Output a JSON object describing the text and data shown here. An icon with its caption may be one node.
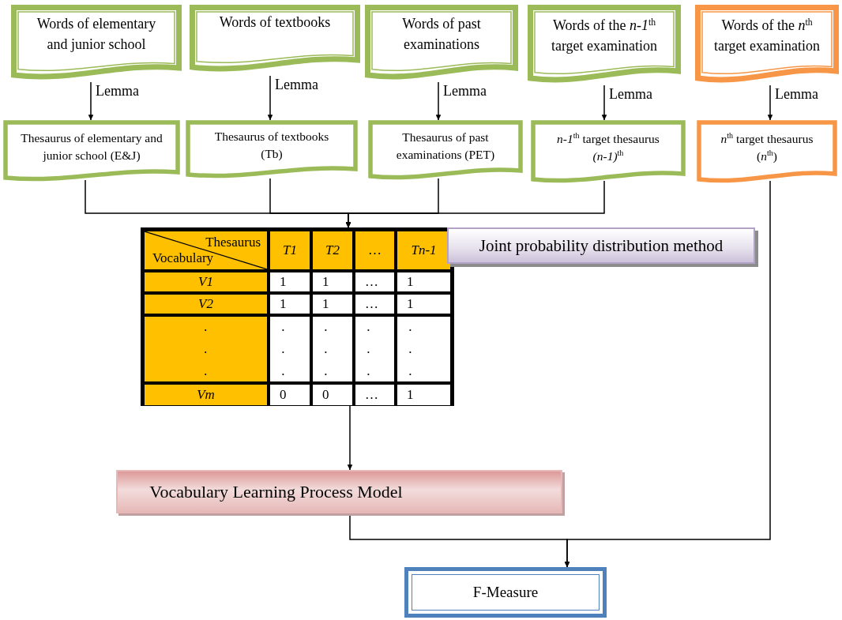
{
  "diagram": {
    "nodes": [
      {
        "text": [
          "Words of elementary and junior school"
        ]
      },
      {
        "text": [
          "Words of textbooks"
        ]
      },
      {
        "text": [
          "Words of past examinations"
        ]
      },
      {
        "text": [
          "Words of the *n-1*$^{th}$ target examination"
        ]
      },
      {
        "text": [
          "Words of the *n*$^{th}$ target examination"
        ]
      },
      {
        "text": [
          "Thesaurus of elementary and junior school (E&J)"
        ]
      },
      {
        "text": [
          "Thesaurus of textbooks (Tb)"
        ]
      },
      {
        "text": [
          "Thesaurus of past examinations (PET)"
        ]
      },
      {
        "text": [
          "*n-1*$^{th}$ target thesaurus *(n-1)*$^{th}$"
        ]
      },
      {
        "text": [
          "*n*$^{th}$ target thesaurus (*n*$^{th}$)"
        ]
      },
      {
        "text": [],
        "shape": "table"
      },
      {
        "text": [
          "Joint probability distribution method"
        ]
      },
      {
        "text": [
          "Vocabulary Learning Process Model"
        ]
      },
      {
        "text": [
          "F-Measure"
        ]
      }
    ],
    "edges": [
      {
        "from": 0,
        "to": 5,
        "arrow": "to",
        "label": "Lemma"
      },
      {
        "from": 1,
        "to": 6,
        "arrow": "to",
        "label": "Lemma"
      },
      {
        "from": 2,
        "to": 7,
        "arrow": "to",
        "label": "Lemma"
      },
      {
        "from": 3,
        "to": 8,
        "arrow": "to",
        "label": "Lemma"
      },
      {
        "from": 4,
        "to": 9,
        "arrow": "to",
        "label": "Lemma"
      },
      {
        "from": 5,
        "to": 10,
        "arrow": "to"
      },
      {
        "from": 6,
        "to": 10,
        "arrow": "to"
      },
      {
        "from": 7,
        "to": 10,
        "arrow": "to"
      },
      {
        "from": 8,
        "to": 10,
        "arrow": "to"
      },
      {
        "from": 10,
        "to": 12,
        "arrow": "to"
      },
      {
        "from": 12,
        "to": 13,
        "arrow": "to"
      },
      {
        "from": 9,
        "to": 13,
        "arrow": "to"
      }
    ],
    "labels": [
      "Thesaurus",
      "Vocabulary",
      "T1",
      "T2",
      "…",
      "Tn-1",
      "V1",
      "1",
      "1",
      "…",
      "1",
      "V2",
      "1",
      "1",
      "…",
      "1",
      ". . .",
      ". . .",
      ". . .",
      ". . .",
      ". . .",
      "Vm",
      "0",
      "0",
      "…",
      "1"
    ]
  }
}
